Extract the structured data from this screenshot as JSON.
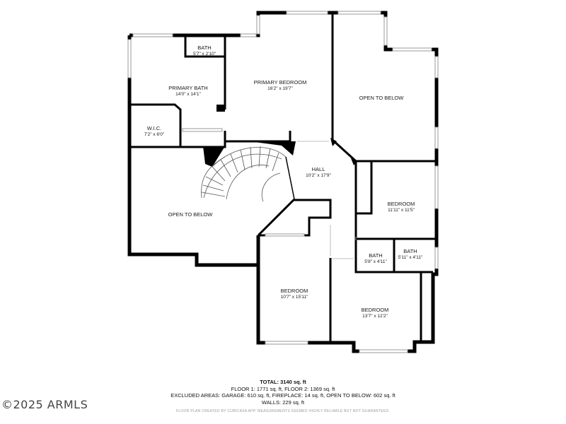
{
  "rooms": {
    "bath_small": {
      "name": "BATH",
      "dims": "5'7\" x 2'10\""
    },
    "primary_bath": {
      "name": "PRIMARY BATH",
      "dims": "14'0\" x 14'1\""
    },
    "primary_bedroom": {
      "name": "PRIMARY BEDROOM",
      "dims": "16'2\" x 19'7\""
    },
    "open_below_top": {
      "name": "OPEN TO BELOW",
      "dims": ""
    },
    "wic": {
      "name": "W.I.C.",
      "dims": "7'2\" x 6'0\""
    },
    "hall": {
      "name": "HALL",
      "dims": "10'2\" x 17'9\""
    },
    "open_below_left": {
      "name": "OPEN TO BELOW",
      "dims": ""
    },
    "bedroom_right": {
      "name": "BEDROOM",
      "dims": "11'11\" x 11'5\""
    },
    "bath_a": {
      "name": "BATH",
      "dims": "5'8\" x 4'11\""
    },
    "bath_b": {
      "name": "BATH",
      "dims": "5'11\" x 4'11\""
    },
    "bedroom_bottom_left": {
      "name": "BEDROOM",
      "dims": "10'7\" x 15'11\""
    },
    "bedroom_bottom_right": {
      "name": "BEDROOM",
      "dims": "13'7\" x 12'2\""
    }
  },
  "totals": {
    "total": "TOTAL: 3140 sq. ft",
    "floors": "FLOOR 1: 1771 sq. ft, FLOOR 2: 1369 sq. ft",
    "excluded": "EXCLUDED AREAS: GARAGE: 610 sq. ft, FIREPLACE: 14 sq. ft, OPEN TO BELOW: 602 sq. ft",
    "walls": "WALLS: 229 sq. ft"
  },
  "watermark": "©2025 ARMLS",
  "disclaimer": "FLOOR PLAN CREATED BY CUBICASA APP. MEASUREMENTS DEEMED HIGHLY RELIABLE BUT NOT GUARANTEED.",
  "colors": {
    "wall": "#000000",
    "window": "#bfbfbf",
    "background": "#ffffff"
  }
}
